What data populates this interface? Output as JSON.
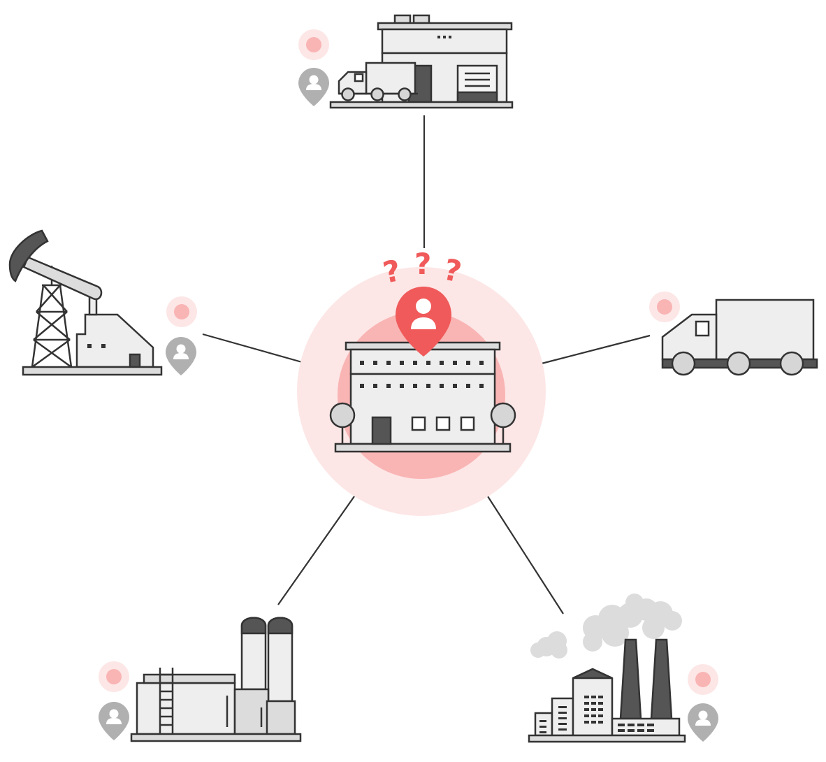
{
  "colors": {
    "accent": "#f05a5a",
    "halo_outer": "#fde6e6",
    "halo_inner": "#f9b4b4",
    "light_gray": "#eeeeee",
    "mid_gray": "#d6d6d6",
    "dark_gray": "#555555",
    "stroke": "#333333",
    "pin_gray": "#b0b0b0"
  },
  "center": {
    "question_marks": [
      "?",
      "?",
      "?"
    ],
    "hub_icon": "factory-building-icon",
    "pin_icon": "user-location-pin-icon"
  },
  "nodes": [
    {
      "id": "warehouse",
      "icon": "warehouse-with-truck-icon",
      "has_user_pin": true
    },
    {
      "id": "oil-rig",
      "icon": "oil-pump-jack-icon",
      "has_user_pin": true
    },
    {
      "id": "truck",
      "icon": "delivery-truck-icon",
      "has_user_pin": false
    },
    {
      "id": "refinery",
      "icon": "refinery-silo-icon",
      "has_user_pin": true
    },
    {
      "id": "power-plant",
      "icon": "smokestack-factory-icon",
      "has_user_pin": true
    }
  ]
}
